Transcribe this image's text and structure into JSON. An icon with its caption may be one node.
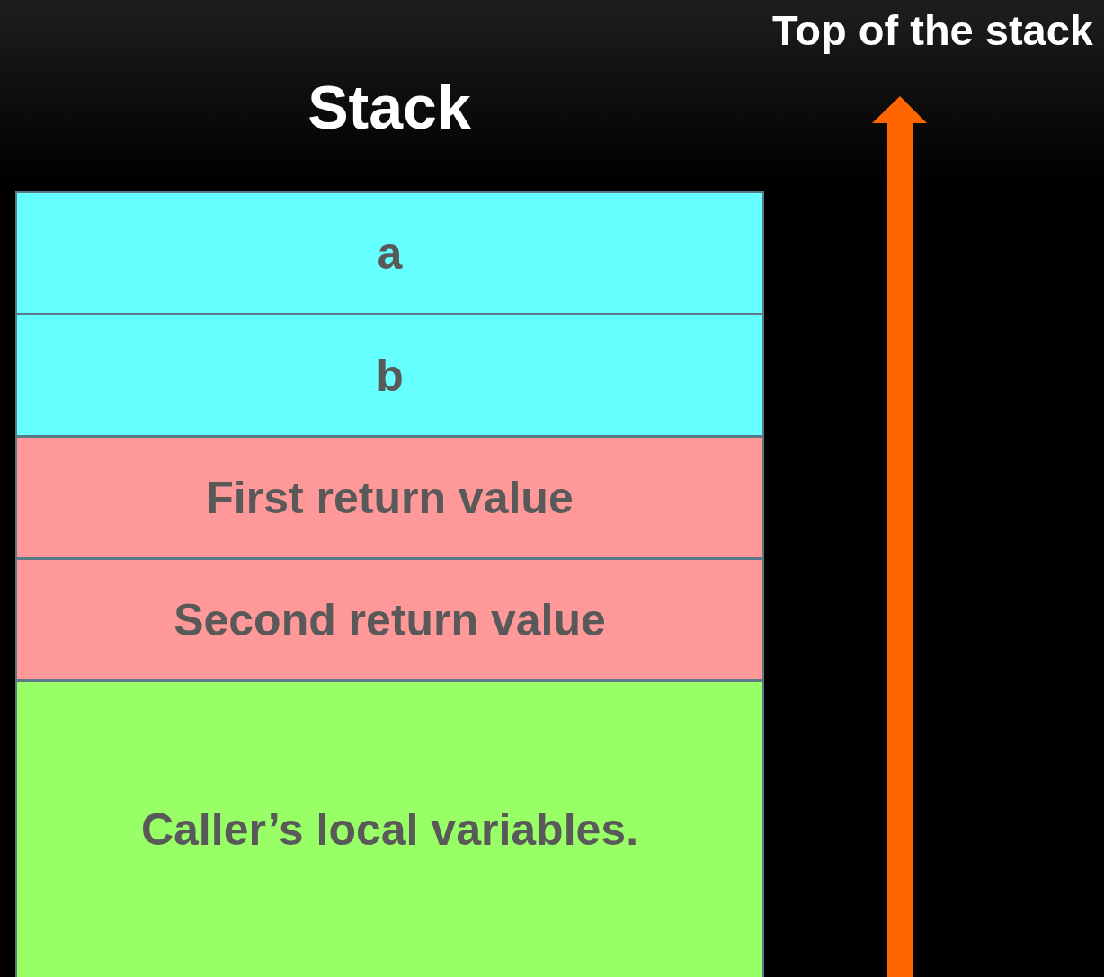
{
  "diagram": {
    "title": "Stack",
    "nodes": [
      {
        "text": [
          "a"
        ]
      },
      {
        "text": [
          "b"
        ]
      },
      {
        "text": [
          "First return value"
        ]
      },
      {
        "text": [
          "Second return value"
        ]
      },
      {
        "text": [
          "Caller’s local variables."
        ]
      }
    ],
    "labels": [
      "Top of the stack"
    ]
  }
}
